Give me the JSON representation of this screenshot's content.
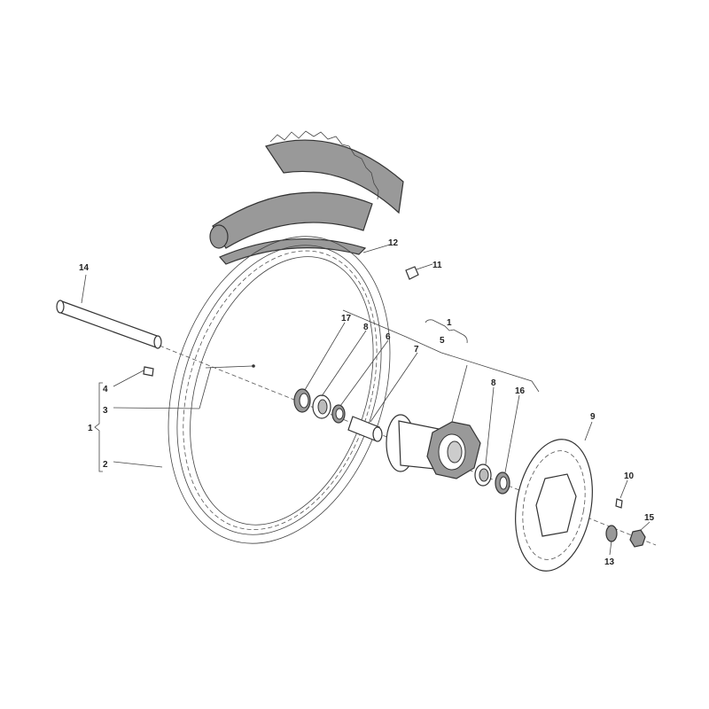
{
  "labels": {
    "axle": "14",
    "valve": "4",
    "spoke": "3",
    "wheel_group": "1",
    "rim": "2",
    "rim_tape": "12",
    "valve_cap": "11",
    "seal_left": "17",
    "bearing_left": "8",
    "washer": "6",
    "spacer": "7",
    "hub_group": "1",
    "hub": "5",
    "bearing_right": "8",
    "seal_right": "16",
    "brake_disc": "9",
    "disc_bolt": "10",
    "axle_nut": "15",
    "nut_washer": "13"
  }
}
